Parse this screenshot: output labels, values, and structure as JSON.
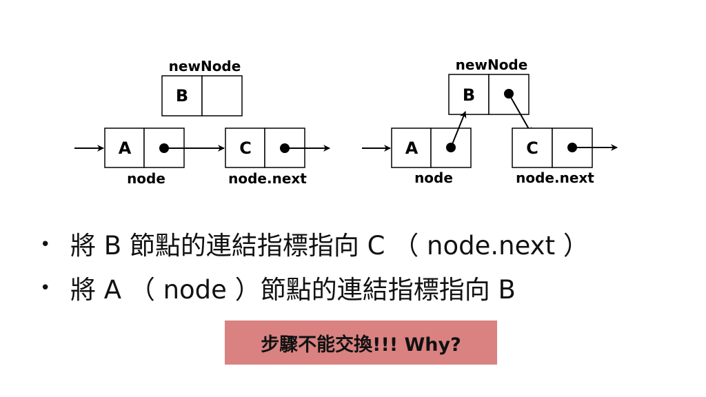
{
  "diagram": {
    "before": {
      "new_node_label": "newNode",
      "new_node_value": "B",
      "node_a_value": "A",
      "node_a_label": "node",
      "node_c_value": "C",
      "node_c_label": "node.next"
    },
    "after": {
      "new_node_label": "newNode",
      "new_node_value": "B",
      "node_a_value": "A",
      "node_a_label": "node",
      "node_c_value": "C",
      "node_c_label": "node.next"
    }
  },
  "bullets": [
    "將 B 節點的連結指標指向 C （ node.next ）",
    "將 A （ node ）節點的連結指標指向 B"
  ],
  "bullet_symbol": "•",
  "note": "步驟不能交換!!! Why?",
  "colors": {
    "note_background": "#d98281"
  }
}
